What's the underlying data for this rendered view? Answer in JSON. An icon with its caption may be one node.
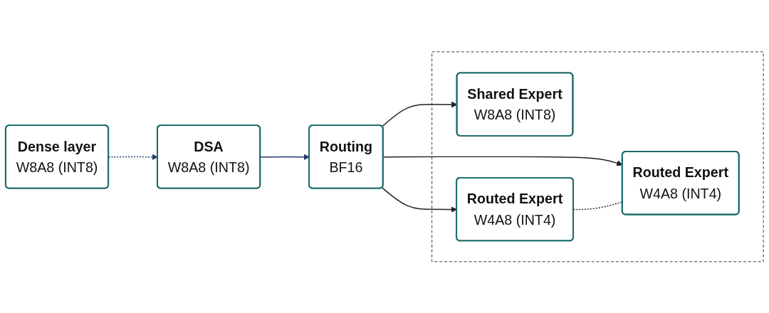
{
  "diagram": {
    "nodes": [
      {
        "text": [
          "Dense layer",
          "W8A8 (INT8)"
        ]
      },
      {
        "text": [
          "DSA",
          "W8A8 (INT8)"
        ]
      },
      {
        "text": [
          "Routing",
          "BF16"
        ]
      },
      {
        "text": [],
        "shape": "box"
      },
      {
        "text": [
          "Shared Expert",
          "W8A8 (INT8)"
        ],
        "in": 3
      },
      {
        "text": [
          "Routed Expert",
          "W4A8 (INT4)"
        ],
        "in": 3
      },
      {
        "text": [
          "Routed Expert",
          "W4A8 (INT4)"
        ],
        "in": 3
      }
    ],
    "edges": [
      {
        "from": 0,
        "to": 1,
        "arrow": "to",
        "style": "dashed",
        "color": "#1f3a6e"
      },
      {
        "from": 1,
        "to": 2,
        "arrow": "to",
        "color": "#1f3a6e"
      },
      {
        "from": 2,
        "to": 4,
        "arrow": "to"
      },
      {
        "from": 2,
        "to": 5,
        "arrow": "to"
      },
      {
        "from": 2,
        "to": 6,
        "arrow": "to"
      },
      {
        "from": 5,
        "to": 6,
        "arrow": "none",
        "style": "dashed"
      }
    ]
  }
}
